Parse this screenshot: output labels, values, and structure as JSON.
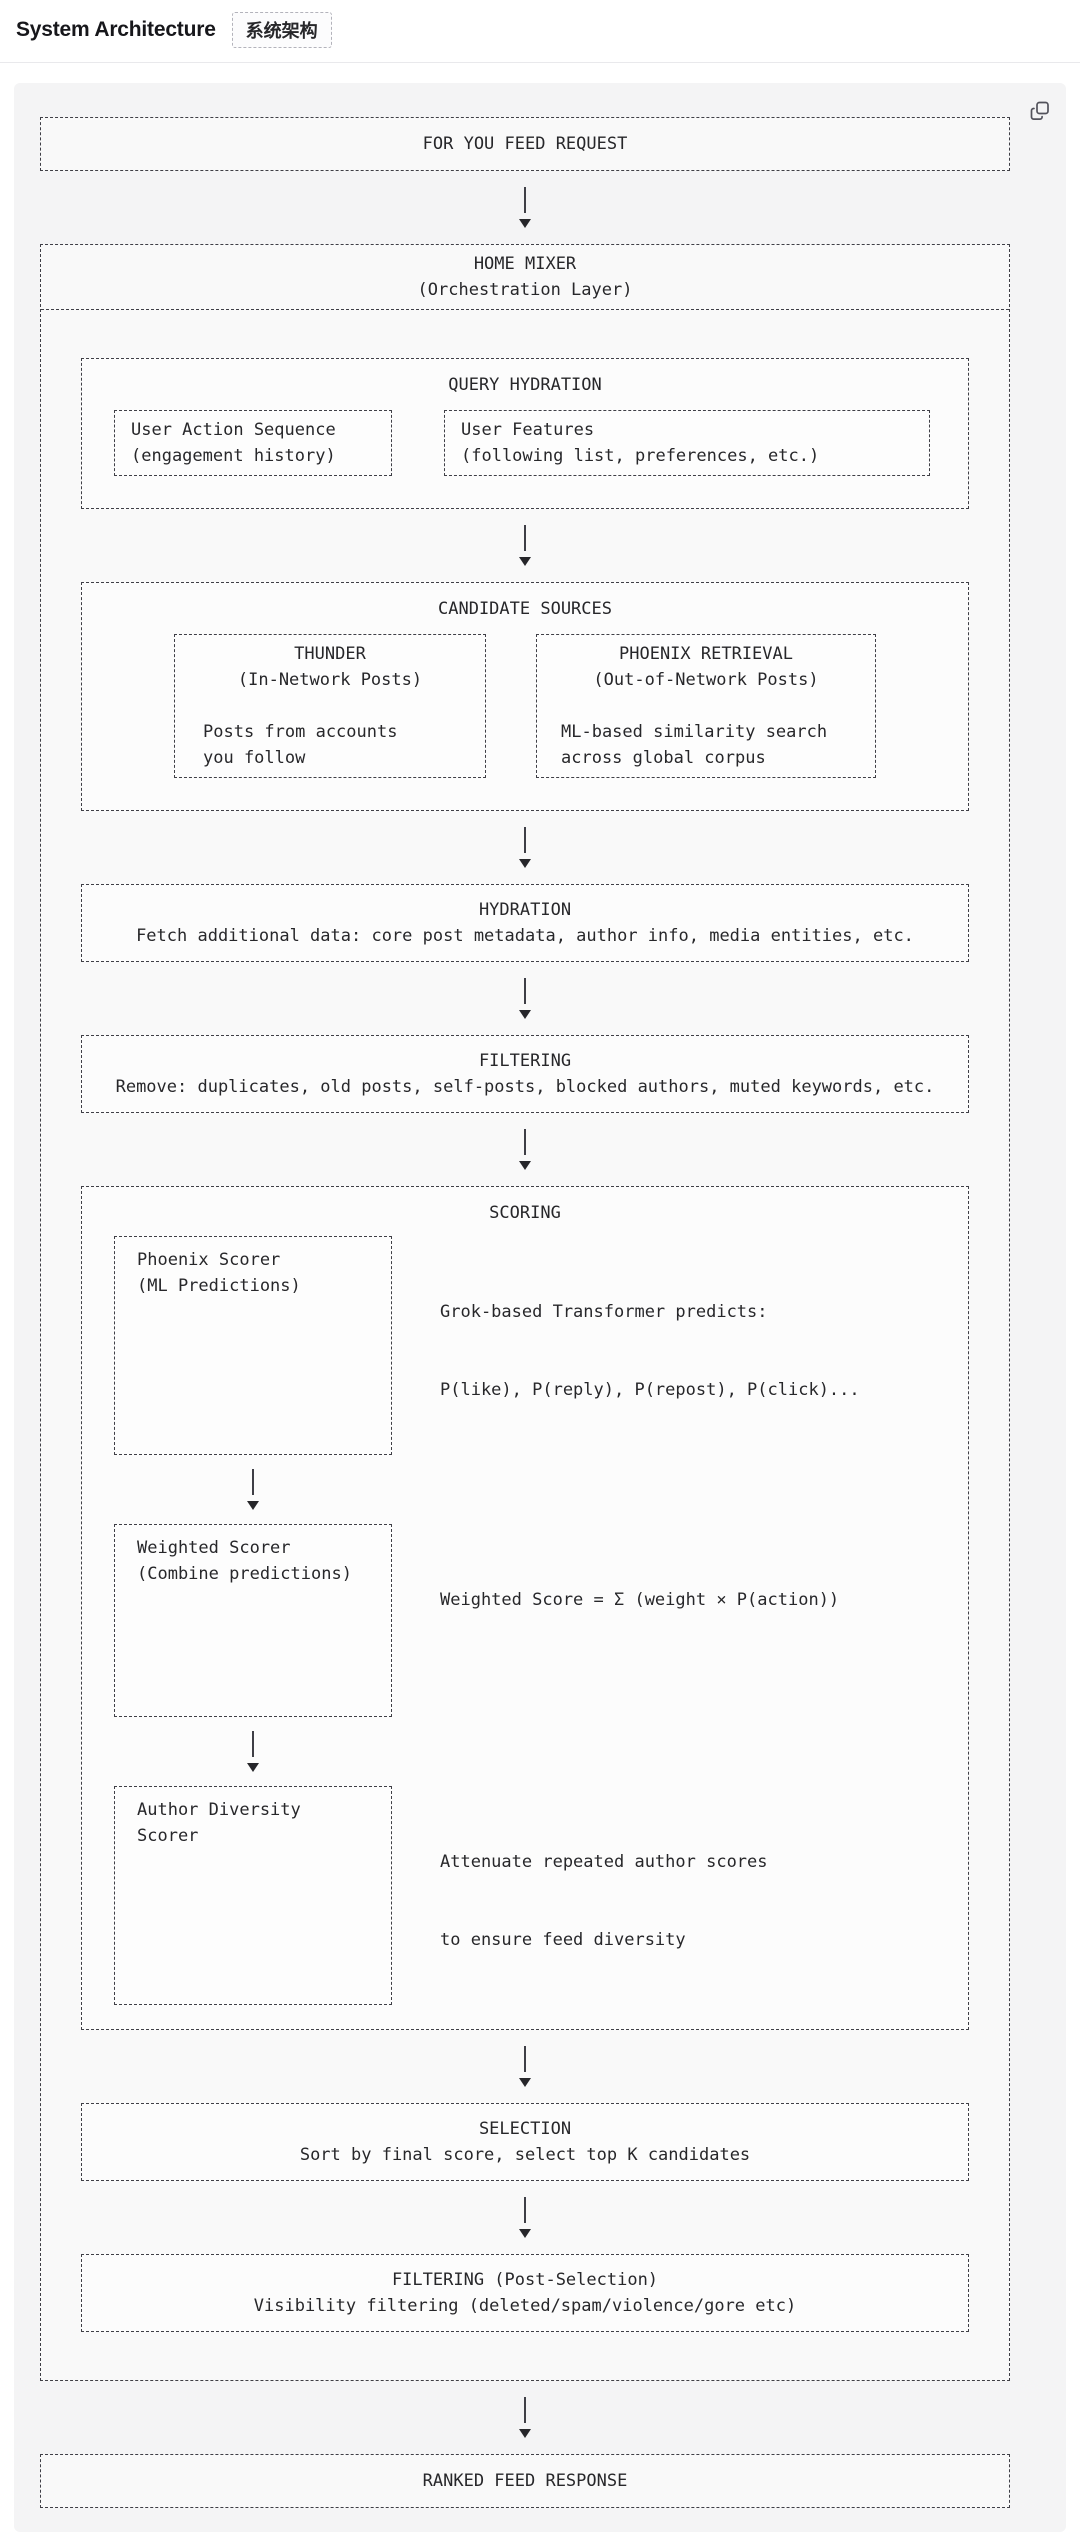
{
  "page": {
    "title": "System Architecture",
    "badge": "系统架构"
  },
  "panel": {
    "copy_icon": "copy-icon",
    "background": "#f4f4f5",
    "border_color": "#3f3f46",
    "text_color": "#27272a"
  },
  "diagram": {
    "request": "FOR YOU FEED REQUEST",
    "home_mixer": {
      "title": "HOME MIXER",
      "subtitle": "(Orchestration Layer)"
    },
    "query_hydration": {
      "title": "QUERY HYDRATION",
      "boxes": [
        {
          "lines": [
            "User Action Sequence",
            "(engagement history)"
          ]
        },
        {
          "lines": [
            "User Features",
            "(following list, preferences, etc.)"
          ]
        }
      ]
    },
    "candidate_sources": {
      "title": "CANDIDATE SOURCES",
      "boxes": [
        {
          "title": "THUNDER",
          "subtitle": "(In-Network Posts)",
          "body": [
            "Posts from accounts",
            "you follow"
          ]
        },
        {
          "title": "PHOENIX RETRIEVAL",
          "subtitle": "(Out-of-Network Posts)",
          "body": [
            "ML-based similarity search",
            "across global corpus"
          ]
        }
      ]
    },
    "hydration": {
      "title": "HYDRATION",
      "body": "Fetch additional data: core post metadata, author info, media entities, etc."
    },
    "filtering": {
      "title": "FILTERING",
      "body": "Remove: duplicates, old posts, self-posts, blocked authors, muted keywords, etc."
    },
    "scoring": {
      "title": "SCORING",
      "steps": [
        {
          "box": [
            "Phoenix Scorer",
            "(ML Predictions)"
          ],
          "note": [
            "Grok-based Transformer predicts:",
            "P(like), P(reply), P(repost), P(click)..."
          ]
        },
        {
          "box": [
            "Weighted Scorer",
            "(Combine predictions)"
          ],
          "note": [
            "Weighted Score = Σ (weight × P(action))",
            ""
          ]
        },
        {
          "box": [
            "Author Diversity",
            "Scorer"
          ],
          "note": [
            "Attenuate repeated author scores",
            "to ensure feed diversity"
          ]
        }
      ]
    },
    "selection": {
      "title": "SELECTION",
      "body": "Sort by final score, select top K candidates"
    },
    "post_filtering": {
      "title": "FILTERING (Post-Selection)",
      "body": "Visibility filtering (deleted/spam/violence/gore etc)"
    },
    "response": "RANKED FEED RESPONSE"
  }
}
